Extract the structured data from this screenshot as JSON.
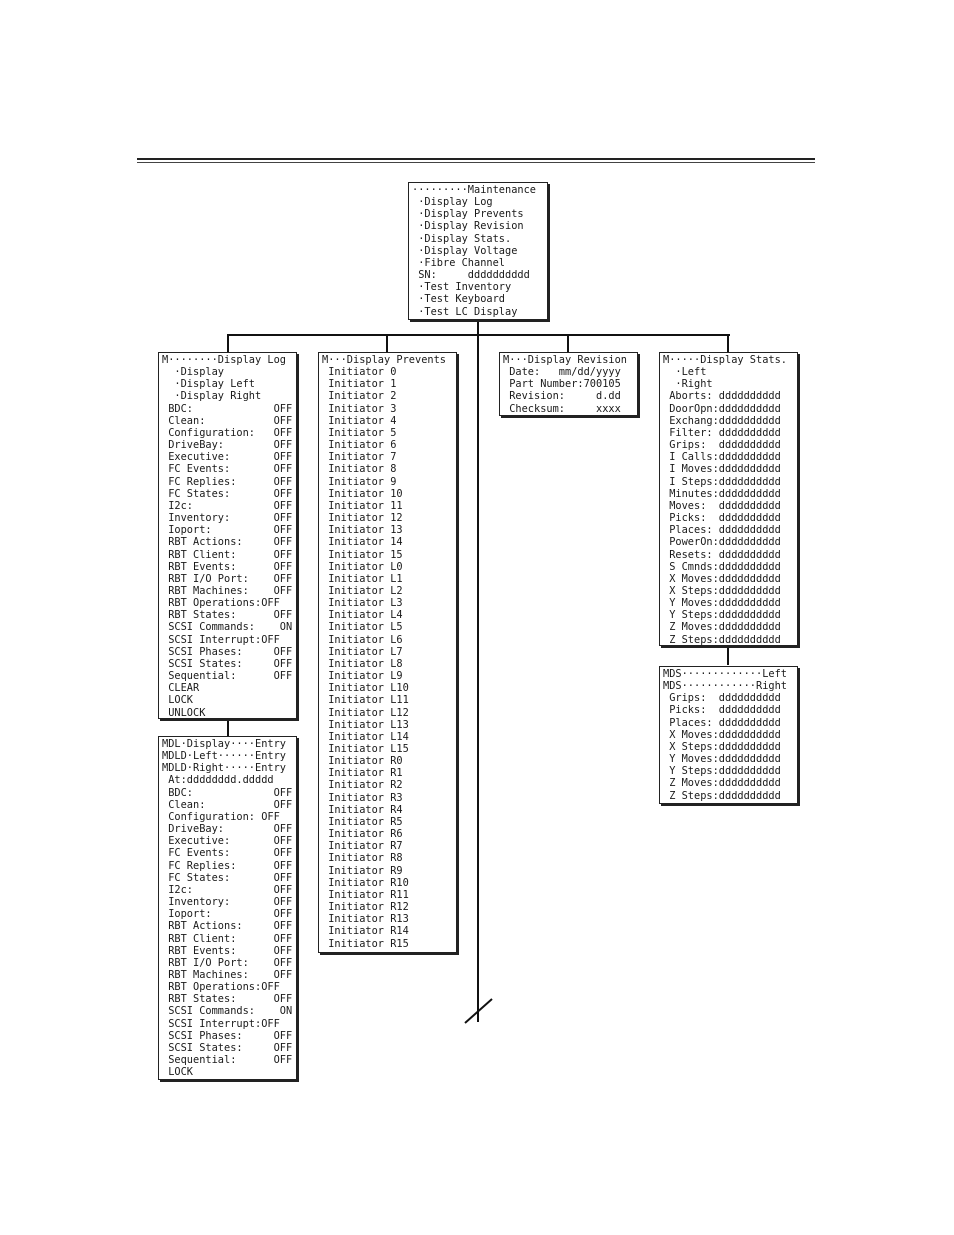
{
  "boxes": {
    "maintenance": [
      "·········Maintenance",
      " ·Display Log",
      " ·Display Prevents",
      " ·Display Revision",
      " ·Display Stats.",
      " ·Display Voltage",
      " ·Fibre Channel",
      " SN:     dddddddddd",
      " ·Test Inventory",
      " ·Test Keyboard",
      " ·Test LC Display"
    ],
    "display_log": [
      "M········Display Log",
      "  ·Display",
      "  ·Display Left",
      "  ·Display Right",
      " BDC:             OFF",
      " Clean:           OFF",
      " Configuration:   OFF",
      " DriveBay:        OFF",
      " Executive:       OFF",
      " FC Events:       OFF",
      " FC Replies:      OFF",
      " FC States:       OFF",
      " I2c:             OFF",
      " Inventory:       OFF",
      " Ioport:          OFF",
      " RBT Actions:     OFF",
      " RBT Client:      OFF",
      " RBT Events:      OFF",
      " RBT I/O Port:    OFF",
      " RBT Machines:    OFF",
      " RBT Operations:OFF",
      " RBT States:      OFF",
      " SCSI Commands:    ON",
      " SCSI Interrupt:OFF",
      " SCSI Phases:     OFF",
      " SCSI States:     OFF",
      " Sequential:      OFF",
      " CLEAR",
      " LOCK",
      " UNLOCK"
    ],
    "mdl_display": [
      "MDL·Display····Entry",
      "MDLD·Left······Entry",
      "MDLD·Right·····Entry",
      " At:dddddddd.ddddd",
      " BDC:             OFF",
      " Clean:           OFF",
      " Configuration: OFF",
      " DriveBay:        OFF",
      " Executive:       OFF",
      " FC Events:       OFF",
      " FC Replies:      OFF",
      " FC States:       OFF",
      " I2c:             OFF",
      " Inventory:       OFF",
      " Ioport:          OFF",
      " RBT Actions:     OFF",
      " RBT Client:      OFF",
      " RBT Events:      OFF",
      " RBT I/O Port:    OFF",
      " RBT Machines:    OFF",
      " RBT Operations:OFF",
      " RBT States:      OFF",
      " SCSI Commands:    ON",
      " SCSI Interrupt:OFF",
      " SCSI Phases:     OFF",
      " SCSI States:     OFF",
      " Sequential:      OFF",
      " LOCK"
    ],
    "display_prevents": [
      "M···Display Prevents",
      " Initiator 0",
      " Initiator 1",
      " Initiator 2",
      " Initiator 3",
      " Initiator 4",
      " Initiator 5",
      " Initiator 6",
      " Initiator 7",
      " Initiator 8",
      " Initiator 9",
      " Initiator 10",
      " Initiator 11",
      " Initiator 12",
      " Initiator 13",
      " Initiator 14",
      " Initiator 15",
      " Initiator L0",
      " Initiator L1",
      " Initiator L2",
      " Initiator L3",
      " Initiator L4",
      " Initiator L5",
      " Initiator L6",
      " Initiator L7",
      " Initiator L8",
      " Initiator L9",
      " Initiator L10",
      " Initiator L11",
      " Initiator L12",
      " Initiator L13",
      " Initiator L14",
      " Initiator L15",
      " Initiator R0",
      " Initiator R1",
      " Initiator R2",
      " Initiator R3",
      " Initiator R4",
      " Initiator R5",
      " Initiator R6",
      " Initiator R7",
      " Initiator R8",
      " Initiator R9",
      " Initiator R10",
      " Initiator R11",
      " Initiator R12",
      " Initiator R13",
      " Initiator R14",
      " Initiator R15"
    ],
    "display_revision": [
      "M···Display Revision",
      " Date:   mm/dd/yyyy",
      " Part Number:700105",
      " Revision:     d.dd",
      " Checksum:     xxxx"
    ],
    "display_stats": [
      "M·····Display Stats.",
      "  ·Left",
      "  ·Right",
      " Aborts: dddddddddd",
      " DoorOpn:dddddddddd",
      " Exchang:dddddddddd",
      " Filter: dddddddddd",
      " Grips:  dddddddddd",
      " I Calls:dddddddddd",
      " I Moves:dddddddddd",
      " I Steps:dddddddddd",
      " Minutes:dddddddddd",
      " Moves:  dddddddddd",
      " Picks:  dddddddddd",
      " Places: dddddddddd",
      " PowerOn:dddddddddd",
      " Resets: dddddddddd",
      " S Cmnds:dddddddddd",
      " X Moves:dddddddddd",
      " X Steps:dddddddddd",
      " Y Moves:dddddddddd",
      " Y Steps:dddddddddd",
      " Z Moves:dddddddddd",
      " Z Steps:dddddddddd"
    ],
    "mds": [
      "MDS·············Left",
      "MDS············Right",
      " Grips:  dddddddddd",
      " Picks:  dddddddddd",
      " Places: dddddddddd",
      " X Moves:dddddddddd",
      " X Steps:dddddddddd",
      " Y Moves:dddddddddd",
      " Y Steps:dddddddddd",
      " Z Moves:dddddddddd",
      " Z Steps:dddddddddd"
    ]
  }
}
